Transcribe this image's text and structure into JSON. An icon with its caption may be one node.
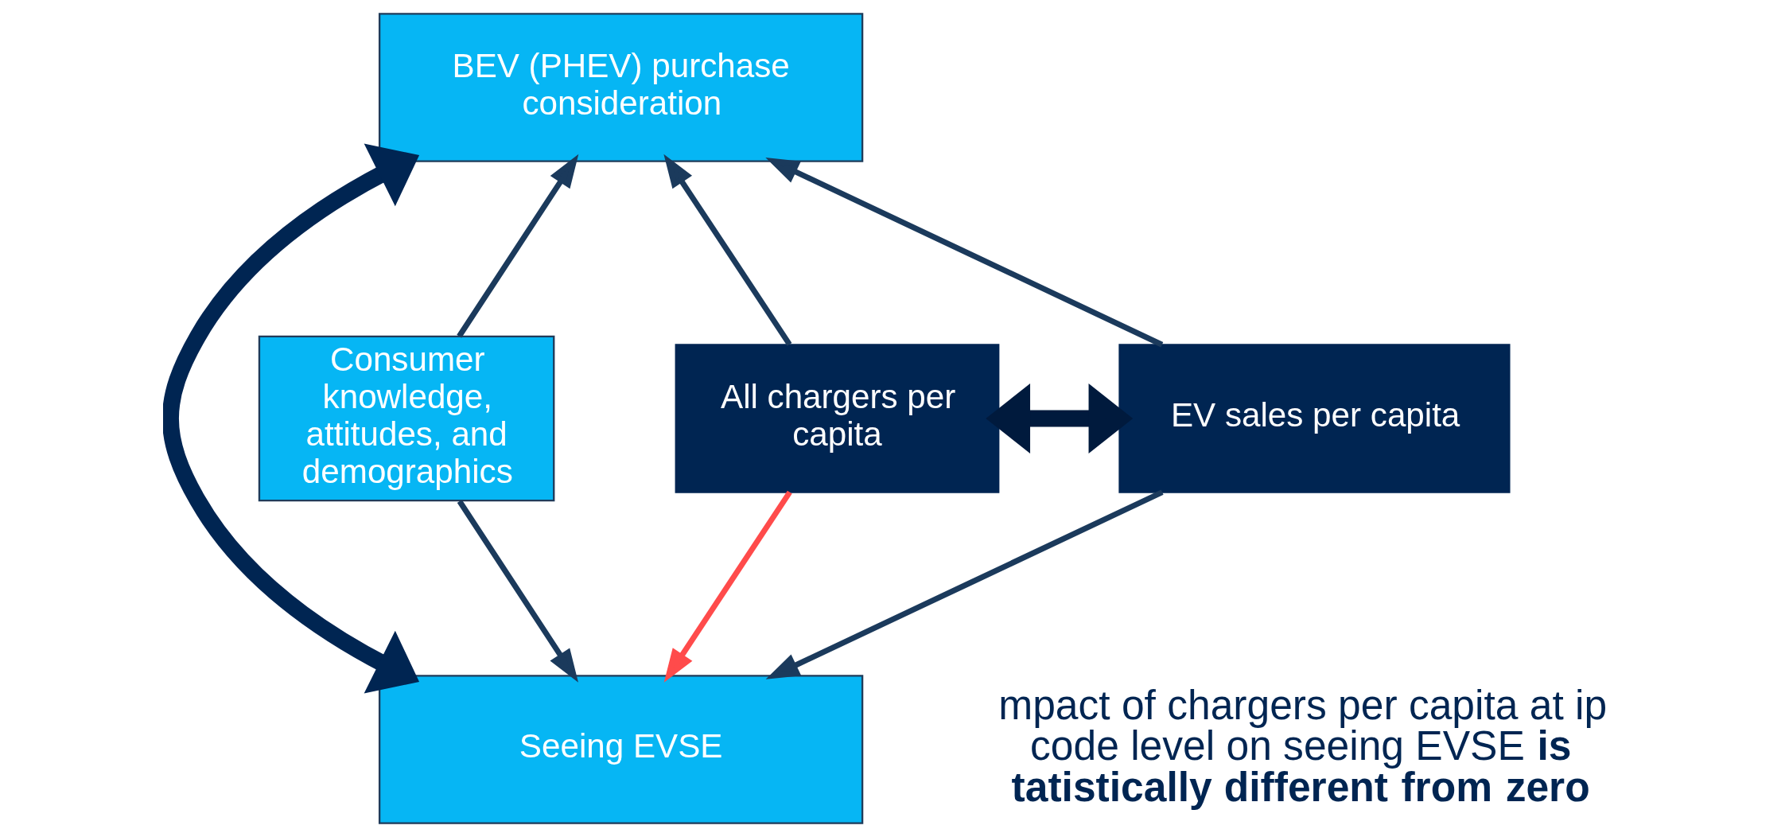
{
  "diagram": {
    "nodes": [
      {
        "text": [
          "BEV (PHEV) purchase consideration"
        ]
      },
      {
        "text": [
          "Consumer knowledge, attitudes, and demographics"
        ]
      },
      {
        "text": [
          "All chargers per capita"
        ]
      },
      {
        "text": [
          "EV sales per capita"
        ]
      },
      {
        "text": [
          "Seeing EVSE"
        ]
      }
    ],
    "edges": [
      {
        "from": 1,
        "to": 0,
        "arrow": "to"
      },
      {
        "from": 2,
        "to": 0,
        "arrow": "to"
      },
      {
        "from": 3,
        "to": 0,
        "arrow": "to"
      },
      {
        "from": 2,
        "to": 3,
        "arrow": "both",
        "style": "thick",
        "color": "#001a3d"
      },
      {
        "from": 0,
        "to": 4,
        "arrow": "both",
        "style": "thick",
        "color": "#002552"
      },
      {
        "from": 1,
        "to": 4,
        "arrow": "to"
      },
      {
        "from": 2,
        "to": 4,
        "arrow": "to",
        "color": "#ff4b4b"
      },
      {
        "from": 3,
        "to": 4,
        "arrow": "to"
      }
    ],
    "labels": [
      "mpact of chargers per capita at ip code level on seeing EVSE **is tatistically different from zero**"
    ]
  }
}
